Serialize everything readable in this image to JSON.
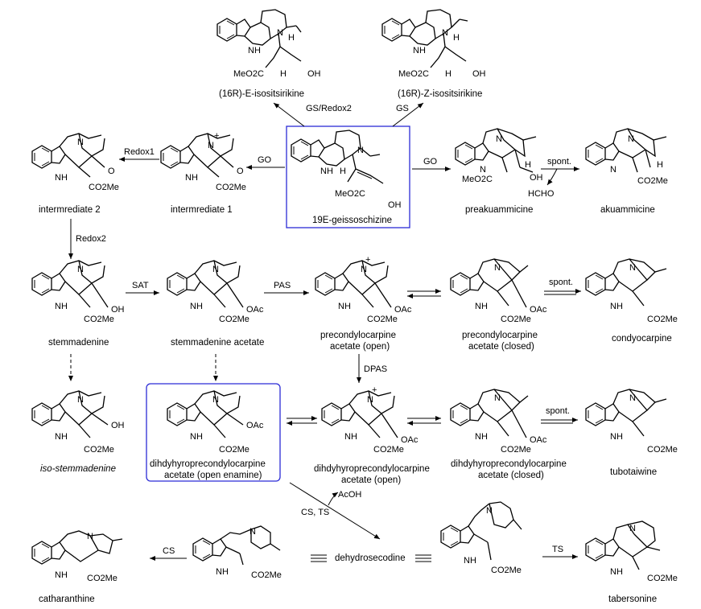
{
  "compounds": {
    "isositsirikine_e": "(16R)-E-isositsirikine",
    "isositsirikine_z": "(16R)-Z-isositsirikine",
    "geissoschizine": "19E-geissoschizine",
    "intermediate_1": "intermrediate 1",
    "intermediate_2": "intermrediate 2",
    "preakuammicine": "preakuammicine",
    "akuammicine": "akuammicine",
    "stemmadenine": "stemmadenine",
    "stemmadenine_acetate": "stemmadenine acetate",
    "precondylocarpine_open_1": "precondylocarpine",
    "precondylocarpine_open_2": "acetate (open)",
    "precondylocarpine_closed_1": "precondylocarpine",
    "precondylocarpine_closed_2": "acetate (closed)",
    "condyocarpine": "condyocarpine",
    "iso_stemmadenine": "iso-stemmadenine",
    "dhpa_enamine_1": "dihdyhyroprecondylocarpine",
    "dhpa_enamine_2": "acetate (open enamine)",
    "dhpa_open_1": "dihdyhyroprecondylocarpine",
    "dhpa_open_2": "acetate (open)",
    "dhpa_closed_1": "dihdyhyroprecondylocarpine",
    "dhpa_closed_2": "acetate (closed)",
    "tubotaiwine": "tubotaiwine",
    "catharanthine": "catharanthine",
    "dehydrosecodine": "dehydrosecodine",
    "tabersonine": "tabersonine"
  },
  "arrows": {
    "gs_redox2": "GS/Redox2",
    "gs": "GS",
    "go_left": "GO",
    "go_right": "GO",
    "redox1": "Redox1",
    "redox2": "Redox2",
    "spont_1": "spont.",
    "hcho": "HCHO",
    "sat": "SAT",
    "pas": "PAS",
    "spont_2": "spont.",
    "dpas": "DPAS",
    "spont_3": "spont.",
    "cs_ts": "CS, TS",
    "acoh": "AcOH",
    "cs": "CS",
    "ts": "TS"
  },
  "atoms": {
    "n": "N",
    "nh": "NH",
    "h": "H",
    "oh": "OH",
    "oac": "OAc",
    "co2me": "CO2Me",
    "meo2c": "MeO2C",
    "o": "O",
    "plus": "+"
  },
  "colors": {
    "highlight_box": "#2b2bd6",
    "ink": "#000000"
  }
}
